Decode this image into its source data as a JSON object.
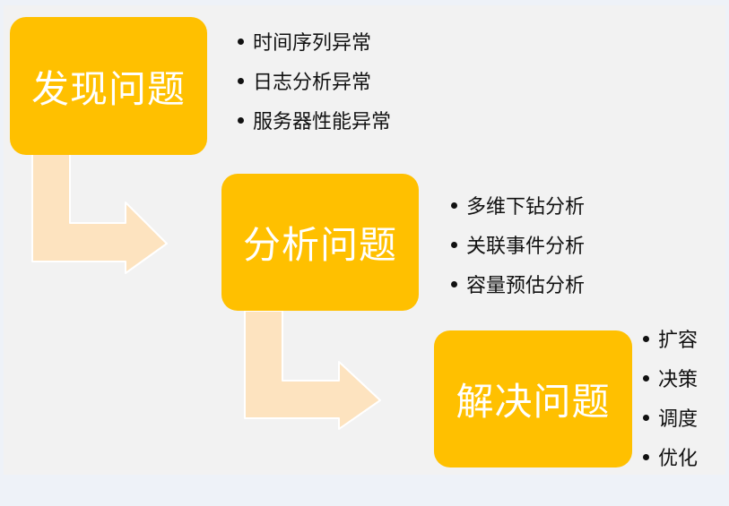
{
  "steps": [
    {
      "title": "发现问题",
      "items": [
        "时间序列异常",
        "日志分析异常",
        "服务器性能异常"
      ]
    },
    {
      "title": "分析问题",
      "items": [
        "多维下钻分析",
        "关联事件分析",
        "容量预估分析"
      ]
    },
    {
      "title": "解决问题",
      "items": [
        "扩容",
        "决策",
        "调度",
        "优化"
      ]
    }
  ],
  "colors": {
    "box": "#ffc000",
    "arrow": "#fde3bf",
    "panel": "#f2f2f2",
    "text": "#111111"
  }
}
